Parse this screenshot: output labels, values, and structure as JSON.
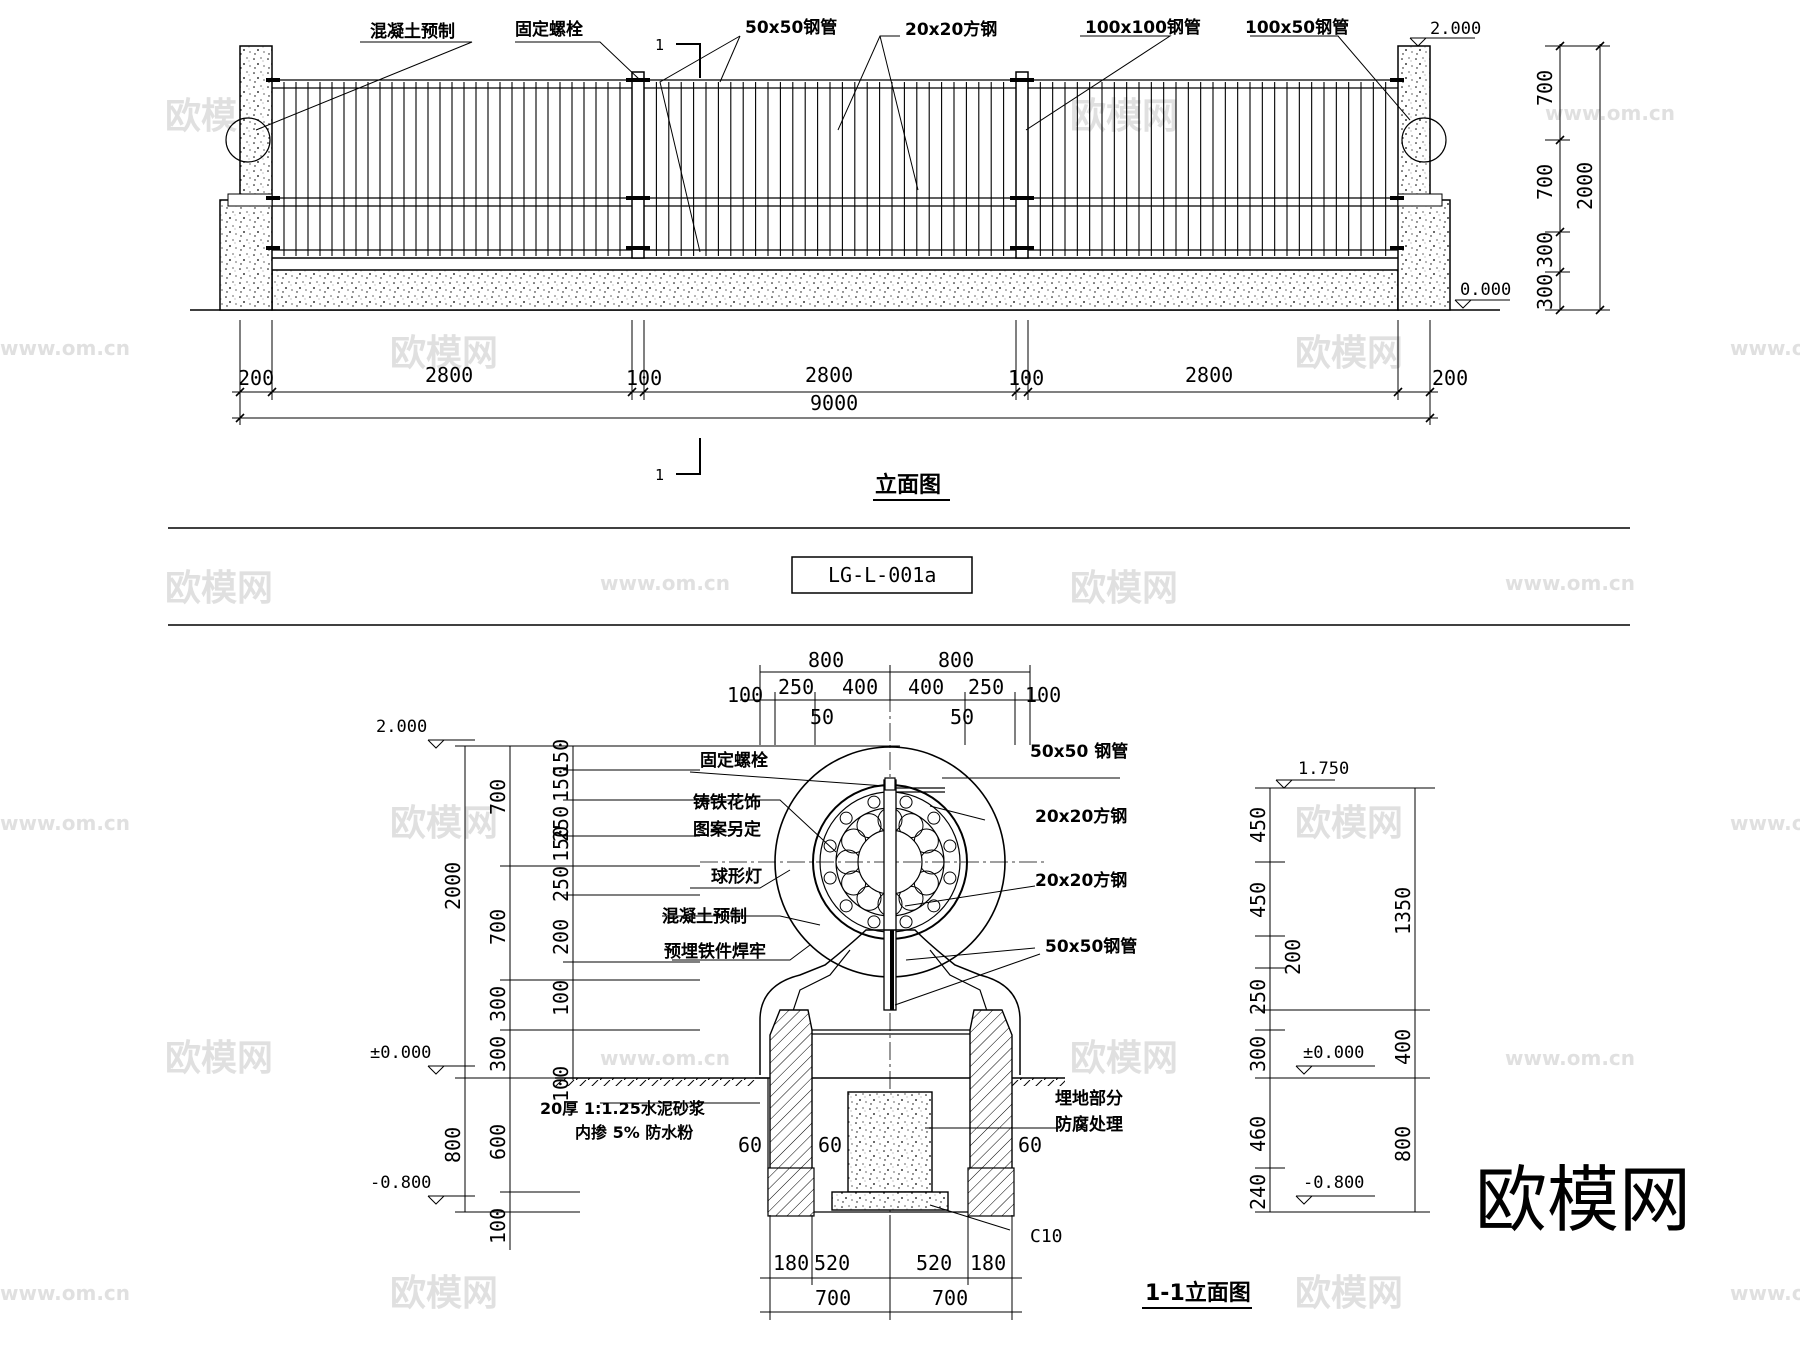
{
  "elevation": {
    "title": "立面图",
    "labels": {
      "concrete_precast": "混凝土预制",
      "fixing_bolt": "固定螺栓",
      "pipe_50x50": "50x50钢管",
      "bar_20x20": "20x20方钢",
      "pipe_100x100": "100x100钢管",
      "pipe_100x50": "100x50钢管"
    },
    "levels": {
      "top": "2.000",
      "ground": "0.000"
    },
    "section_mark": "1",
    "dims_bottom": [
      "200",
      "2800",
      "100",
      "2800",
      "100",
      "2800",
      "200"
    ],
    "dim_total": "9000",
    "dims_right": [
      "700",
      "700",
      "300",
      "300"
    ],
    "dim_right_total": "2000"
  },
  "drawing_code": "LG-L-001a",
  "section": {
    "title": "1-1立面图",
    "labels": {
      "fixing_bolt": "固定螺栓",
      "cast_iron": "铸铁花饰",
      "pattern": "图案另定",
      "ball_lamp": "球形灯",
      "concrete_precast": "混凝土预制",
      "embed_weld": "预埋铁件焊牢",
      "pipe_50x50_top": "50x50 钢管",
      "bar_20x20_a": "20x20方钢",
      "bar_20x20_b": "20x20方钢",
      "pipe_50x50_low": "50x50钢管",
      "mortar_1": "20厚 1:1.25水泥砂浆",
      "mortar_2": "内掺 5% 防水粉",
      "buried_1": "埋地部分",
      "buried_2": "防腐处理",
      "c10": "C10"
    },
    "levels": {
      "left_top": "2.000",
      "left_ground": "±0.000",
      "left_bottom": "-0.800",
      "right_top": "1.750",
      "right_ground": "±0.000",
      "right_bottom": "-0.800"
    },
    "dims_top_row1": [
      "800",
      "800"
    ],
    "dims_top_row2": [
      "100",
      "250",
      "400",
      "400",
      "250",
      "100"
    ],
    "dims_top_row3": [
      "50",
      "50"
    ],
    "dims_left_outer": [
      "2000",
      "800"
    ],
    "dims_left_mid": [
      "700",
      "700",
      "300",
      "300",
      "600",
      "100"
    ],
    "dims_left_inner": [
      "150",
      "150",
      "250",
      "150",
      "250",
      "200",
      "100",
      "100"
    ],
    "dims_right_inner": [
      "450",
      "450",
      "200",
      "250",
      "300",
      "460",
      "240"
    ],
    "dims_right_outer": [
      "1350",
      "400",
      "800"
    ],
    "dims_footing": [
      "60",
      "60",
      "60"
    ],
    "dims_bottom_row1": [
      "180",
      "520",
      "520",
      "180"
    ],
    "dims_bottom_row2": [
      "700",
      "700"
    ]
  },
  "watermarks": {
    "brand": "欧模网",
    "url": "www.om.cn"
  }
}
